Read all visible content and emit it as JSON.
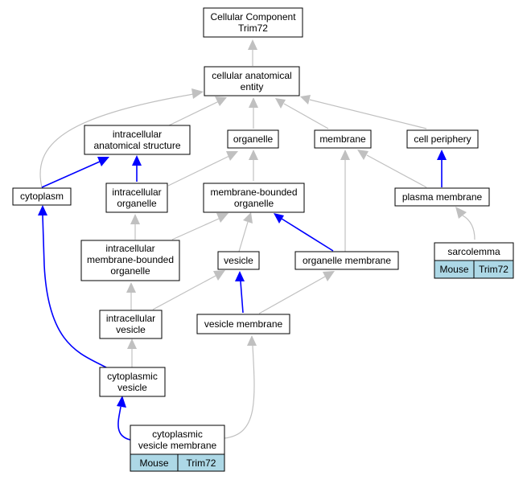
{
  "nodes": {
    "root": [
      "Cellular Component",
      "Trim72"
    ],
    "cae": [
      "cellular anatomical",
      "entity"
    ],
    "ias": [
      "intracellular",
      "anatomical structure"
    ],
    "organelle": [
      "organelle"
    ],
    "membrane": [
      "membrane"
    ],
    "cellperiphery": [
      "cell periphery"
    ],
    "cytoplasm": [
      "cytoplasm"
    ],
    "intracellorg": [
      "intracellular",
      "organelle"
    ],
    "mbo": [
      "membrane-bounded",
      "organelle"
    ],
    "plasmamembrane": [
      "plasma membrane"
    ],
    "imbo": [
      "intracellular",
      "membrane-bounded",
      "organelle"
    ],
    "vesicle": [
      "vesicle"
    ],
    "orgmembrane": [
      "organelle membrane"
    ],
    "sarcolemma": [
      "sarcolemma"
    ],
    "intravesicle": [
      "intracellular",
      "vesicle"
    ],
    "vesiclemembrane": [
      "vesicle membrane"
    ],
    "cytovesicle": [
      "cytoplasmic",
      "vesicle"
    ],
    "cvm": [
      "cytoplasmic",
      "vesicle membrane"
    ]
  },
  "annotations": {
    "sarcolemma": [
      "Mouse",
      "Trim72"
    ],
    "cvm": [
      "Mouse",
      "Trim72"
    ]
  },
  "edge_colors": {
    "is_a": "#c0c0c0",
    "part_of": "#0000ff",
    "annotation_fill": "#add8e6"
  }
}
